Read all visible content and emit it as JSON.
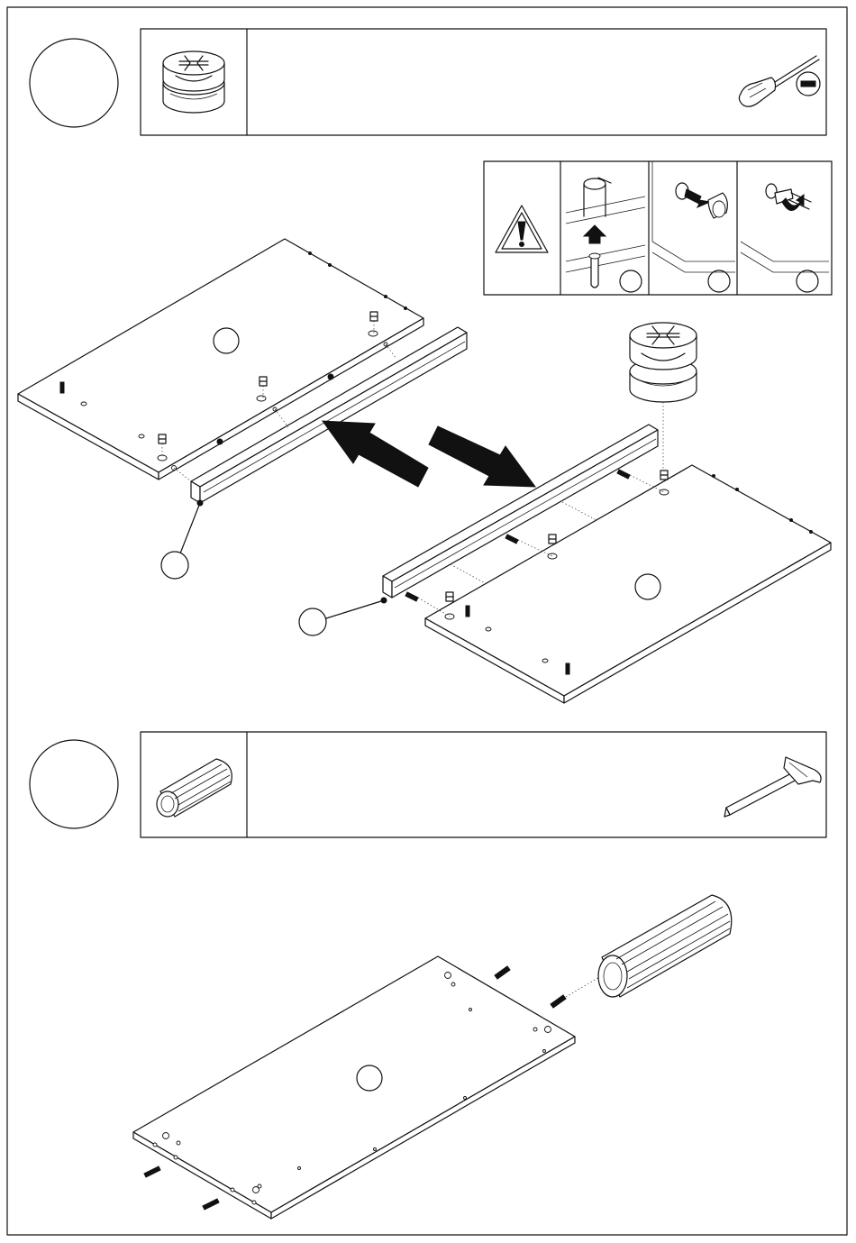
{
  "steps": [
    {
      "header": {
        "part_icon": "cam-lock-icon",
        "tool_icon": "flat-screwdriver-icon"
      },
      "hint": {
        "warning_icon": "warning-triangle-icon",
        "sub_steps": [
          "insert-cam-bolt",
          "insert-cam-lock",
          "turn-cam-lock"
        ]
      }
    },
    {
      "header": {
        "part_icon": "wooden-dowel-icon",
        "tool_icon": "hammer-icon"
      }
    }
  ],
  "icons": {
    "cam_lock": "cam-lock-icon",
    "dowel": "wooden-dowel-icon",
    "screwdriver": "flat-screwdriver-icon",
    "hammer": "hammer-icon",
    "warning": "warning-triangle-icon",
    "arrow": "arrow-icon"
  }
}
